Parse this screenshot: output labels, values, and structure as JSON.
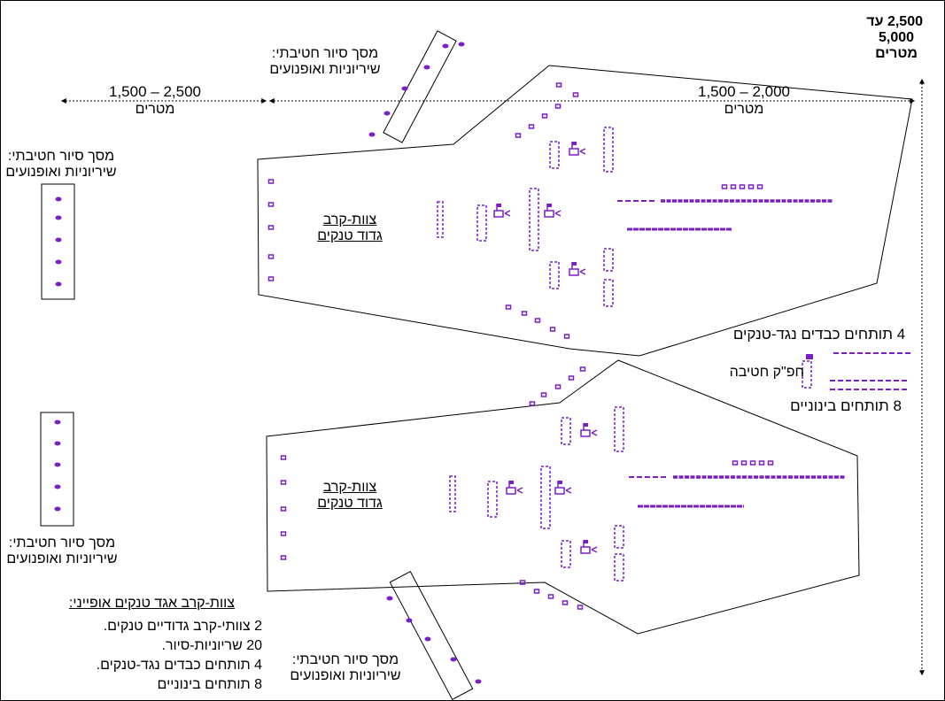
{
  "colors": {
    "unit": "#7a1fc8",
    "line": "#000000"
  },
  "range_right_top": {
    "line1": "2,500 עד",
    "line2": "5,000",
    "line3": "מטרים"
  },
  "dist_left": {
    "value": "2,500 – 1,500",
    "unit": "מטרים"
  },
  "dist_right": {
    "value": "2,000 – 1,500",
    "unit": "מטרים"
  },
  "screen_top_diag": {
    "line1": "מסך  סיור חטיבתי:",
    "line2": "שיריוניות ואופנועים"
  },
  "screen_left_top": {
    "line1": "מסך  סיור חטיבתי:",
    "line2": "שיריוניות ואופנועים"
  },
  "screen_left_bottom": {
    "line1": "מסך  סיור חטיבתי:",
    "line2": "שיריוניות ואופנועים"
  },
  "screen_bottom_diag": {
    "line1": "מסך  סיור חטיבתי:",
    "line2": "שיריוניות ואופנועים"
  },
  "top_group": {
    "line1": "צוות-קרב",
    "line2": "גדוד טנקים"
  },
  "bottom_group": {
    "line1": "צוות-קרב",
    "line2": "גדוד טנקים"
  },
  "heavy_at": "4 תותחים כבדים נגד-טנקים",
  "brigade_hq": "חפ\"ק חטיבה",
  "medium_guns": "8 תותחים בינוניים",
  "legend": {
    "title": "צוות-קרב אגד טנקים אופייני:",
    "items": [
      "2 צוותי-קרב גדודיים טנקים.",
      "20 שריוניות-סיור.",
      "4 תותחים כבדים נגד-טנקים.",
      "8 תותחים בינוניים"
    ]
  }
}
